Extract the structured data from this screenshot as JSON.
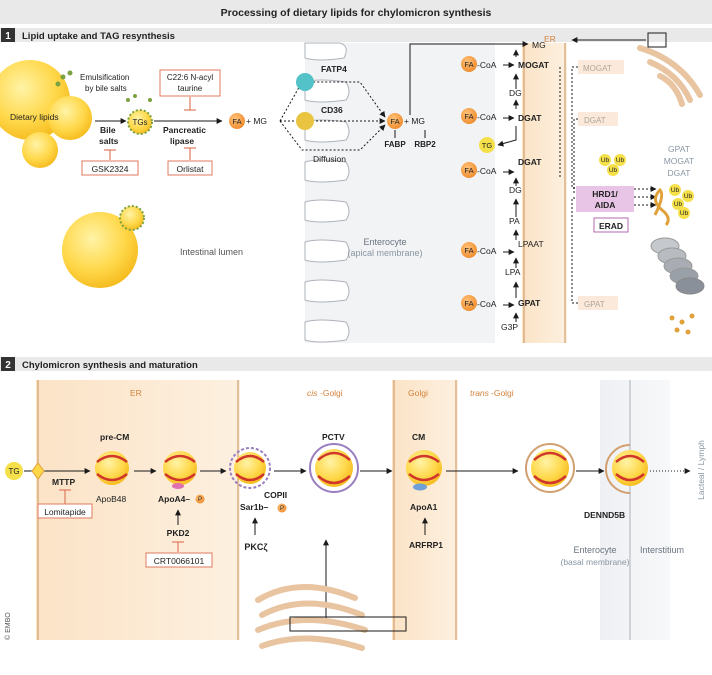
{
  "title": "Processing of dietary lipids for chylomicron synthesis",
  "panel1": {
    "num": "1",
    "header": "Lipid uptake and TAG resynthesis",
    "emulsification_1": "Emulsification",
    "emulsification_2": "by bile salts",
    "dietary_lipids": "Dietary lipids",
    "bile_salts_1": "Bile",
    "bile_salts_2": "salts",
    "tgs": "TGs",
    "pancreatic_1": "Pancreatic",
    "pancreatic_2": "lipase",
    "c226_1": "C22:6 N-acyl",
    "c226_2": "taurine",
    "gsk": "GSK2324",
    "orlistat": "Orlistat",
    "fa": "FA",
    "plus_mg": "+ MG",
    "fatp4": "FATP4",
    "cd36": "CD36",
    "diffusion": "Diffusion",
    "fabp": "FABP",
    "rbp2": "RBP2",
    "intestinal_lumen": "Intestinal lumen",
    "enterocyte": "Enterocyte",
    "apical": "(apical membrane)",
    "mg": "MG",
    "fa_coa": "-CoA",
    "mogat": "MOGAT",
    "dg": "DG",
    "dgat": "DGAT",
    "tg": "TG",
    "pa": "PA",
    "lpaat": "LPAAT",
    "lpa": "LPA",
    "gpat": "GPAT",
    "g3p": "G3P",
    "er": "ER",
    "hrd1_1": "HRD1/",
    "hrd1_2": "AIDA",
    "erad": "ERAD",
    "ub": "Ub",
    "erad_targets": [
      "GPAT",
      "MOGAT",
      "DGAT"
    ]
  },
  "panel2": {
    "num": "2",
    "header": "Chylomicron synthesis and maturation",
    "er": "ER",
    "cis_golgi_italic": "cis",
    "cis_golgi_rest": "-Golgi",
    "golgi": "Golgi",
    "trans_golgi_italic": "trans",
    "trans_golgi_rest": "-Golgi",
    "tg": "TG",
    "mttp": "MTTP",
    "lomitapide": "Lomitapide",
    "pre_cm": "pre-CM",
    "apob48": "ApoB48",
    "apoa4": "ApoA4–",
    "p": "P",
    "pkd2": "PKD2",
    "crt": "CRT0066101",
    "copii": "COPII",
    "sar1b": "Sar1b–",
    "pkc": "PKCζ",
    "pctv": "PCTV",
    "cm": "CM",
    "apoa1": "ApoA1",
    "arfrp1": "ARFRP1",
    "dennd5b": "DENND5B",
    "enterocyte": "Enterocyte",
    "basal": "(basal membrane)",
    "interstitium": "Interstitium",
    "lacteal": "Lacteal / Lymph"
  },
  "credit": "© EMBO"
}
